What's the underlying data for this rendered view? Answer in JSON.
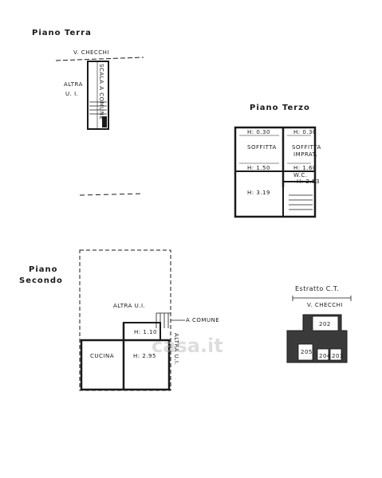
{
  "piano_terra": {
    "title": "Piano Terra",
    "street": "V. CHECCHI",
    "altra_ui": "ALTRA",
    "altra_ui_2": "U. I.",
    "scala_comune": "SCALA A COMUNE"
  },
  "piano_terzo": {
    "title": "Piano Terzo",
    "rooms": [
      {
        "h": "H: 0.30",
        "name": "SOFFITTA",
        "h2": "H: 1.50"
      },
      {
        "h": "H: 0.30",
        "name": "SOFFITTA",
        "name2": "IMPRAT.",
        "h2": "H: 1.60"
      },
      {
        "name": "W.C.",
        "h": "H: 2.53"
      },
      {
        "h": "H: 3.19"
      }
    ]
  },
  "piano_secondo": {
    "title_1": "Piano",
    "title_2": "Secondo",
    "altra_ui_top": "ALTRA U.I.",
    "a_comune": "A COMUNE",
    "altra_ui_side": "ALTRA U.I.",
    "cucina": "CUCINA",
    "h_main": "H: 2.95",
    "h_small": "H: 1.10"
  },
  "estratto": {
    "title": "Estratto C.T.",
    "street": "V. CHECCHI",
    "parcels": [
      "202",
      "205",
      "204",
      "203"
    ]
  },
  "watermark": "casa.it"
}
